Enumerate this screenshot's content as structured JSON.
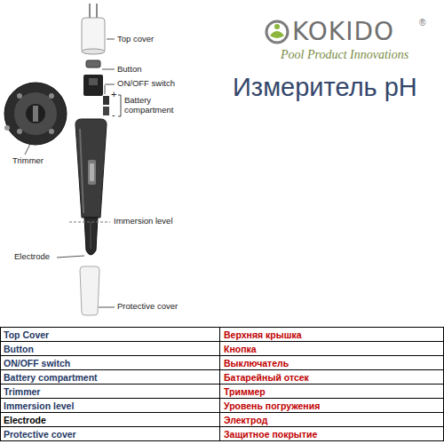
{
  "diagram": {
    "title": "Измеритель pH",
    "labels": [
      "KOKIDO",
      "®",
      "Pool Product Innovations",
      "Top cover",
      "Button",
      "ON/OFF switch",
      "+",
      "-",
      "Battery compartment",
      "Trimmer",
      "Immersion level",
      "Electrode",
      "Protective cover",
      "Top Cover",
      "Верхняя крышка",
      "Button",
      "Кнопка",
      "ON/OFF switch",
      "Выключатель",
      "Battery compartment",
      "Батарейный отсек",
      "Trimmer",
      "Триммер",
      "Immersion level",
      "Уровень погружения",
      "Electrode",
      "Электрод",
      "Protective cover",
      "Защитное покрытие"
    ]
  }
}
